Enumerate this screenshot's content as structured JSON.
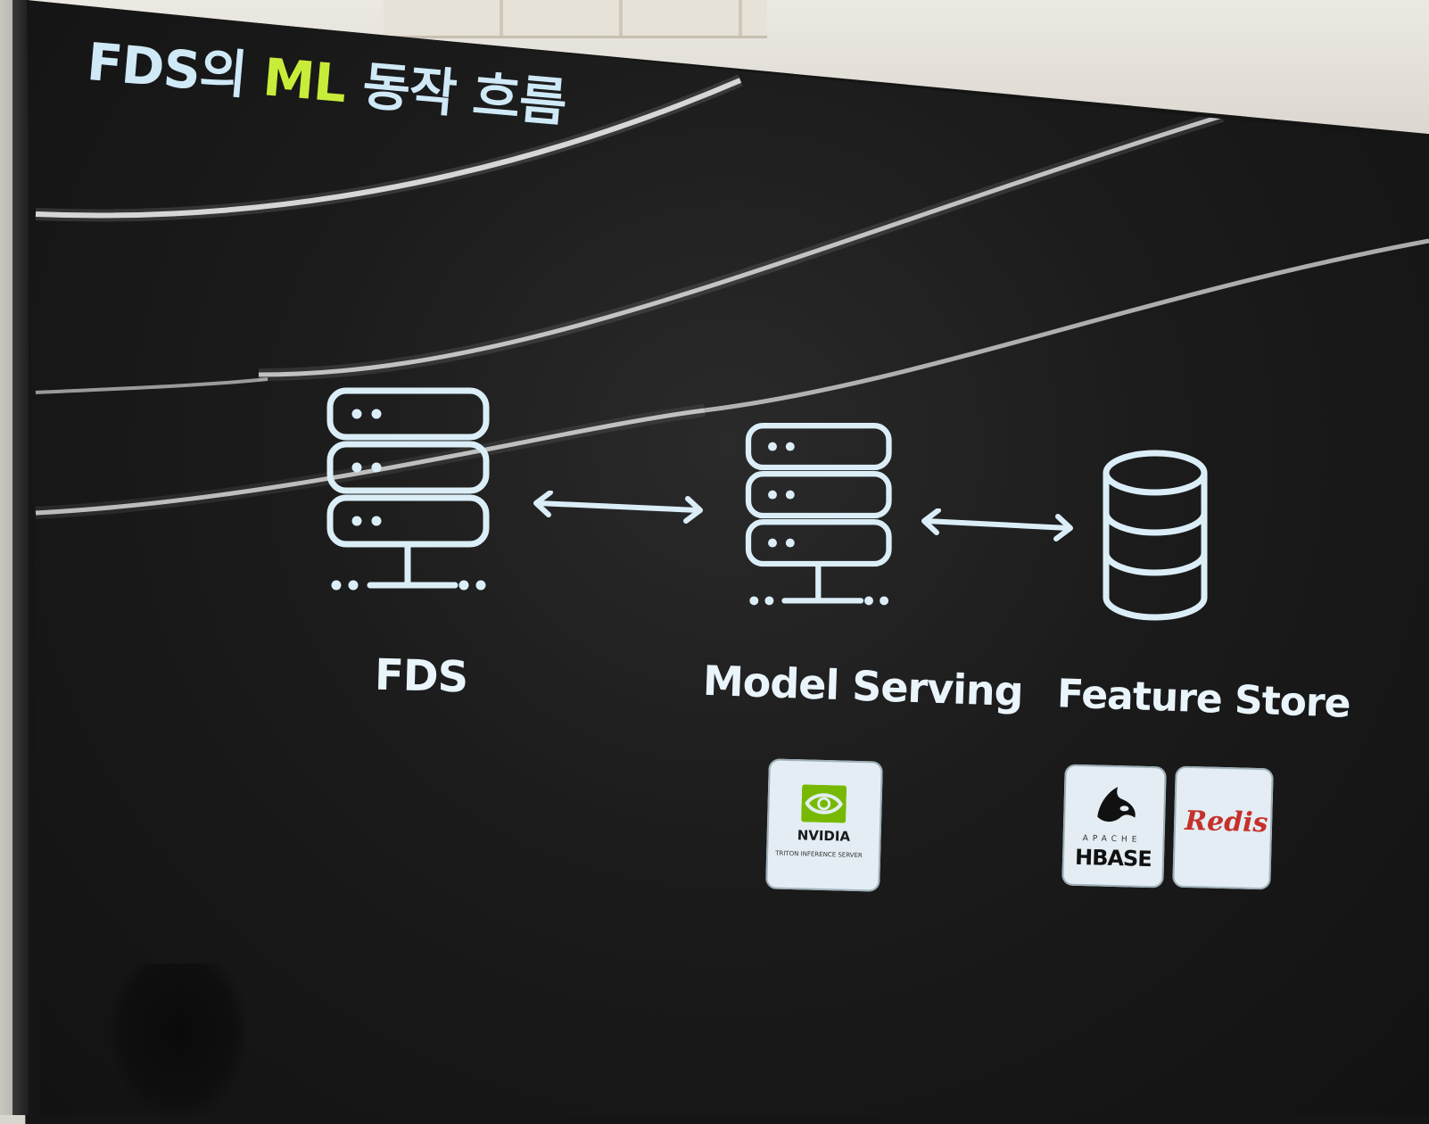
{
  "slide": {
    "title_part1": "FDS의 ",
    "title_highlight": "ML",
    "title_part2": " 동작 흐름",
    "highlight_color": "#c8ec3a",
    "title_color": "#cfe9f7"
  },
  "nodes": [
    {
      "label": "FDS",
      "icon": "server-icon"
    },
    {
      "label": "Model Serving",
      "icon": "server-icon"
    },
    {
      "label": "Feature Store",
      "icon": "database-icon"
    }
  ],
  "connectors": [
    {
      "from": "FDS",
      "to": "Model Serving",
      "type": "bidirectional-arrow"
    },
    {
      "from": "Model Serving",
      "to": "Feature Store",
      "type": "bidirectional-arrow"
    }
  ],
  "logos": {
    "nvidia": {
      "brand": "NVIDIA",
      "caption": "TRITON INFERENCE SERVER",
      "color": "#76b900"
    },
    "hbase": {
      "top": "APACHE",
      "brand": "HBASE"
    },
    "redis": {
      "brand": "Redis",
      "color": "#c6302b"
    }
  }
}
